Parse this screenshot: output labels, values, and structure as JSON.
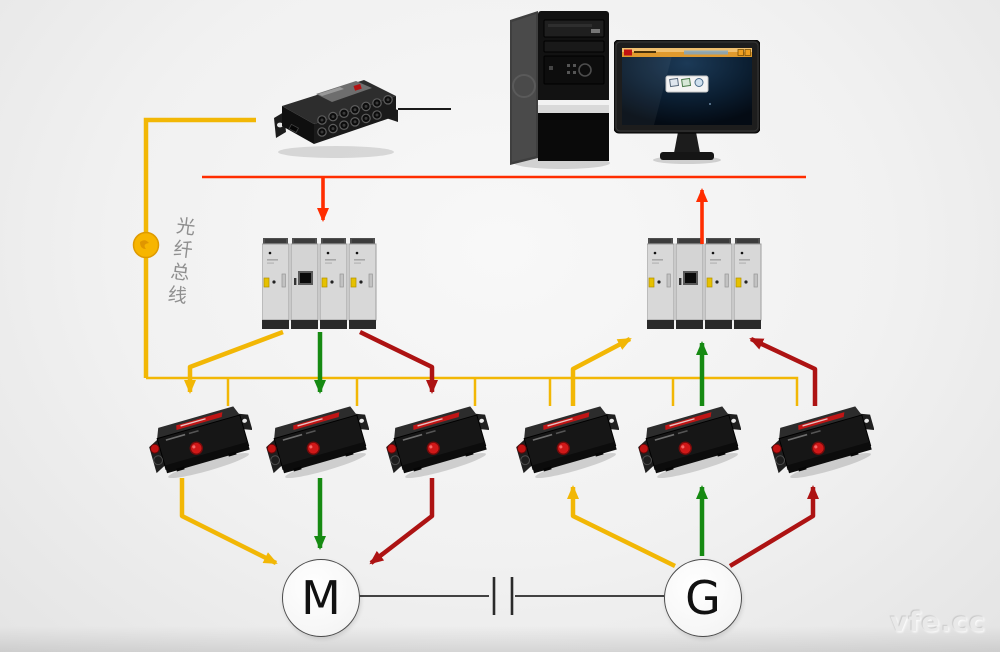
{
  "diagram": {
    "fiber_bus_label": "光纤总线",
    "motor_label": "M",
    "generator_label": "G",
    "watermark": "vfe.cc",
    "colors": {
      "fiber_yellow": "#F2B705",
      "bus_red": "#FF2D00",
      "drive_green": "#168A12",
      "feedback_dark_red": "#AD1313",
      "background": "#F1F1F1"
    },
    "icons": {
      "multiplexer": "optical-multiplexer-icon",
      "computer_tower": "computer-tower-icon",
      "monitor": "monitor-icon",
      "cabinet_group": "converter-cabinet-group-icon",
      "fiber_converter": "fiber-converter-icon",
      "coupling": "shaft-coupling-symbol",
      "bus_node": "fiber-bus-node-icon"
    }
  }
}
